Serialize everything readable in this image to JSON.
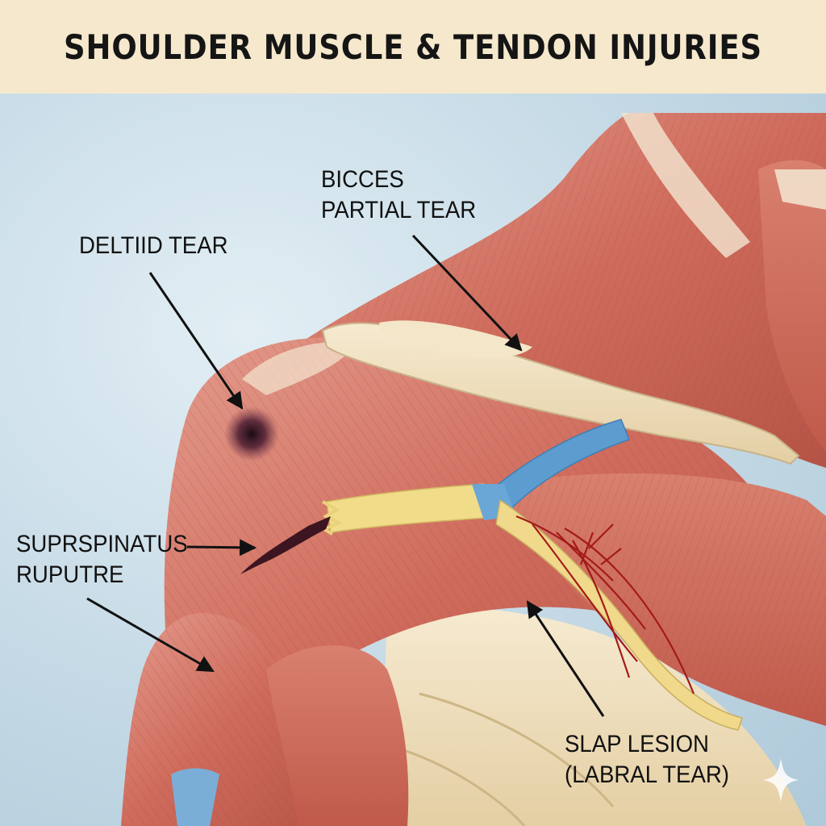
{
  "title": "SHOULDER MUSCLE & TENDON INJURIES",
  "labels": {
    "biceps": {
      "line1": "BICCES",
      "line2": "PARTIAL TEAR"
    },
    "deltoid": {
      "line1": "DELTIID TEAR"
    },
    "supraspinatus": {
      "line1": "SUPRSPINATUS",
      "line2": "RUPUTRE"
    },
    "slap": {
      "line1": "SLAP LESION",
      "line2": "(LABRAL TEAR)"
    }
  },
  "colors": {
    "title_band": "#f5e8cc",
    "background": "#c4d9e5",
    "muscle": "#cf6f5f",
    "tendon": "#f1e6cc",
    "ligament_blue": "#5c9ccf",
    "bone": "#eedcb6",
    "injury": "#4a1a22",
    "arrow": "#111111"
  },
  "icons": [
    "sparkle-icon"
  ]
}
